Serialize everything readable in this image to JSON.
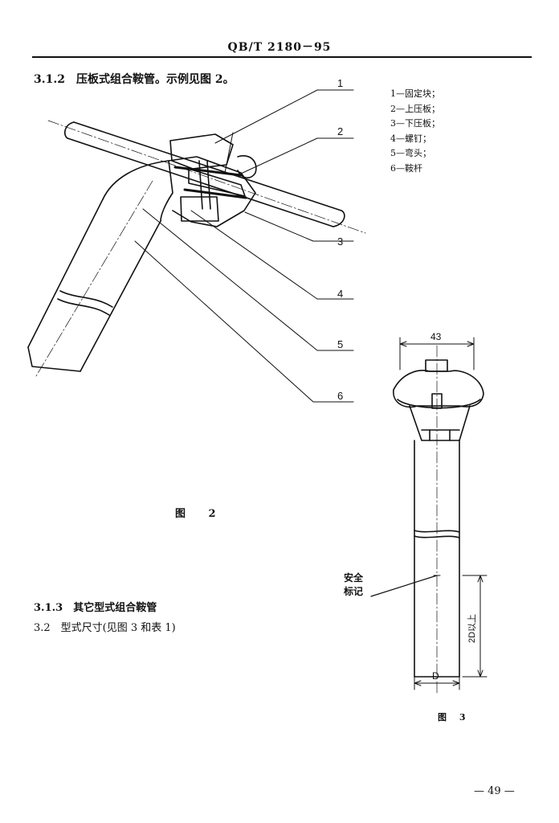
{
  "header": {
    "code": "QB/T 2180－95"
  },
  "sections": {
    "s312": "3.1.2　压板式组合鞍管。示例见图 2。",
    "s313": "3.1.3　其它型式组合鞍管",
    "s32": "3.2　型式尺寸(见图 3 和表 1)"
  },
  "figure2": {
    "caption": "图 2",
    "callouts": [
      "1",
      "2",
      "3",
      "4",
      "5",
      "6"
    ],
    "legend": [
      "1—固定块；",
      "2—上压板；",
      "3—下压板；",
      "4—螺钉；",
      "5—弯头；",
      "6—鞍杆"
    ]
  },
  "figure3": {
    "caption": "图 3",
    "dim_width": "43",
    "dim_diameter": "D",
    "safety_mark_line1": "安全",
    "safety_mark_line2": "标记",
    "min_insertion": "2D以上"
  },
  "footer": {
    "page_number": "— 49 —"
  }
}
